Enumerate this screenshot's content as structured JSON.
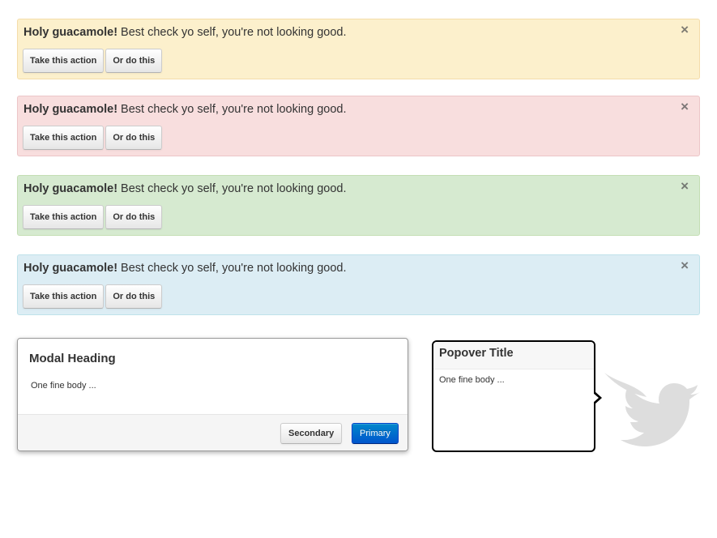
{
  "alerts": [
    {
      "variant": "warning",
      "bg": "#fcf0cc",
      "border": "#f4ddaa",
      "heading": "Holy guacamole!",
      "message": " Best check yo self, you're not looking good.",
      "close": "×",
      "action_primary": "Take this action",
      "action_secondary": "Or do this"
    },
    {
      "variant": "error",
      "bg": "#f8dede",
      "border": "#ecc6c8",
      "heading": "Holy guacamole!",
      "message": " Best check yo self, you're not looking good.",
      "close": "×",
      "action_primary": "Take this action",
      "action_secondary": "Or do this"
    },
    {
      "variant": "success",
      "bg": "#d6ead0",
      "border": "#c4deb4",
      "heading": "Holy guacamole!",
      "message": " Best check yo self, you're not looking good.",
      "close": "×",
      "action_primary": "Take this action",
      "action_secondary": "Or do this"
    },
    {
      "variant": "info",
      "bg": "#dcedf4",
      "border": "#bfe2ea",
      "heading": "Holy guacamole!",
      "message": " Best check yo self, you're not looking good.",
      "close": "×",
      "action_primary": "Take this action",
      "action_secondary": "Or do this"
    }
  ],
  "modal": {
    "heading": "Modal Heading",
    "body": "One fine body ...",
    "secondary_label": "Secondary",
    "primary_label": "Primary",
    "primary_color": "#0077cc"
  },
  "popover": {
    "title": "Popover Title",
    "body": "One fine body ..."
  },
  "icons": {
    "close": "close-icon",
    "bird": "twitter-bird-icon",
    "bird_color": "#dddddd"
  }
}
